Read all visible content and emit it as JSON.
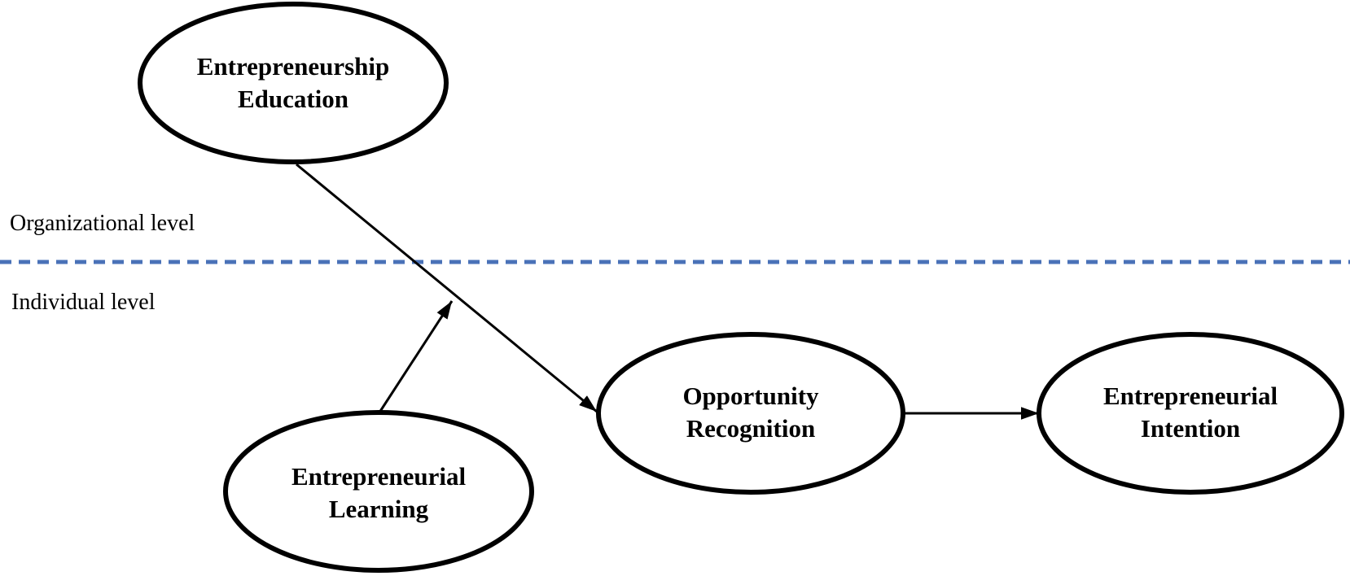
{
  "levels": {
    "organizational": "Organizational level",
    "individual": "Individual level"
  },
  "nodes": {
    "education": {
      "line1": "Entrepreneurship",
      "line2": "Education"
    },
    "learning": {
      "line1": "Entrepreneurial",
      "line2": "Learning"
    },
    "opportunity": {
      "line1": "Opportunity",
      "line2": "Recognition"
    },
    "intention": {
      "line1": "Entrepreneurial",
      "line2": "Intention"
    }
  },
  "colors": {
    "divider": "#4a72b8",
    "stroke": "#000000",
    "background": "#ffffff"
  }
}
